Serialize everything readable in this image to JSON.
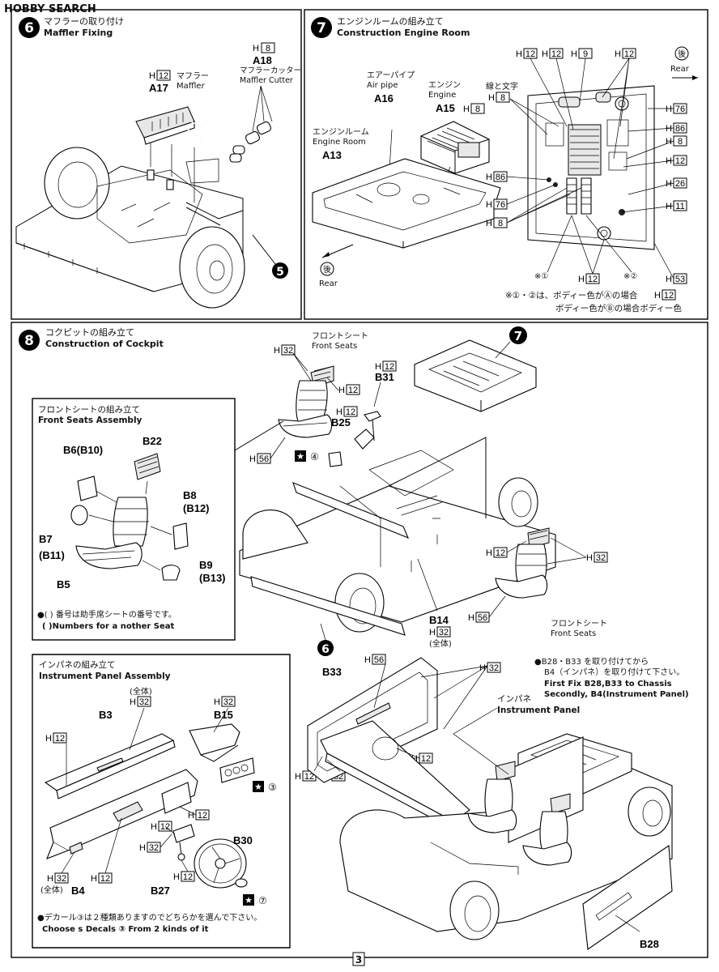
{
  "watermark": "HOBBY SEARCH",
  "page_number": "3",
  "step6": {
    "number": "6",
    "title_jp": "マフラーの取り付け",
    "title_en": "Maffler Fixing",
    "muffler": {
      "h": "12",
      "part": "A17",
      "jp": "マフラー",
      "en": "Maffler"
    },
    "cutter": {
      "h": "8",
      "part": "A18",
      "jp": "マフラーカッター",
      "en": "Maffler Cutter"
    },
    "ref_step": "5"
  },
  "step7": {
    "number": "7",
    "title_jp": "エンジンルームの組み立て",
    "title_en": "Construction Engine Room",
    "air_pipe": {
      "jp": "エアーパイプ",
      "en": "Air pipe",
      "part": "A16"
    },
    "engine": {
      "jp": "エンジン",
      "en": "Engine",
      "part": "A15",
      "h": "8"
    },
    "engine_room": {
      "jp": "エンジンルーム",
      "en": "Engine Room",
      "part": "A13"
    },
    "rear_jp": "後",
    "rear_en": "Rear",
    "lines_text_label": "線と文字",
    "colors": [
      "12",
      "12",
      "9",
      "12",
      "8",
      "76",
      "86",
      "8",
      "12",
      "86",
      "26",
      "76",
      "11",
      "8",
      "12",
      "53"
    ],
    "note_mark1": "※①",
    "note_mark2": "※②",
    "note_line1": "※①・②は、ボディー色がⒶの場合",
    "note_line1_h": "12",
    "note_line2": "ボディー色がⒷの場合ボディー色"
  },
  "step8": {
    "number": "8",
    "title_jp": "コクピットの組み立て",
    "title_en": "Construction of Cockpit",
    "front_seats_jp": "フロントシート",
    "front_seats_en": "Front Seats",
    "h32": "32",
    "h12": "12",
    "h56": "56",
    "b31": "B31",
    "b25": "B25",
    "decal4": "④",
    "b14": "B14",
    "zentai": "(全体)",
    "ref7": "7",
    "ref6": "6",
    "seat_assembly": {
      "title_jp": "フロントシートの組み立て",
      "title_en": "Front Seats Assembly",
      "parts": [
        "B6(B10)",
        "B22",
        "B8",
        "(B12)",
        "B7",
        "(B11)",
        "B5",
        "B9",
        "(B13)"
      ],
      "note_jp": "●( ) 番号は助手席シートの番号です。",
      "note_en": "( )Numbers for a nother Seat"
    }
  },
  "instrument_panel": {
    "title_jp": "インパネの組み立て",
    "title_en": "Instrument Panel Assembly",
    "parts": {
      "b3": "B3",
      "b15": "B15",
      "b4": "B4",
      "b27": "B27",
      "b30": "B30"
    },
    "colors": {
      "a": "32",
      "b": "12",
      "c": "32",
      "d": "12",
      "e": "12",
      "f": "32",
      "g": "32",
      "h": "12",
      "i": "12"
    },
    "zentai": "(全体)",
    "decal3": "③",
    "decal7": "⑦",
    "note_jp": "●デカール③は２種類ありますのでどちらかを選んで下さい。",
    "note_en": "Choose s Decals ③ From 2 kinds of it"
  },
  "final": {
    "b33": "B33",
    "h56": "56",
    "h32": "32",
    "h12a": "12",
    "h12b": "12",
    "h32b": "32",
    "panel_jp": "インパネ",
    "panel_en": "Instrument Panel",
    "note_jp1": "●B28・B33 を取り付けてから",
    "note_jp2": "B4（インパネ）を取り付けて下さい。",
    "note_en1": "First Fix B28,B33 to Chassis",
    "note_en2": "Secondly, B4(Instrument Panel)",
    "b28": "B28"
  }
}
